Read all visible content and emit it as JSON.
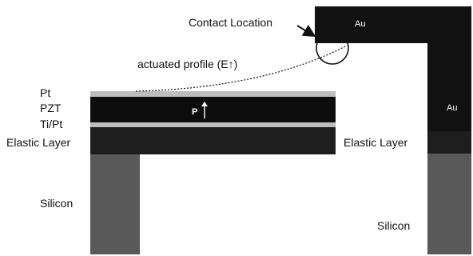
{
  "labels": {
    "contact_location": "Contact Location",
    "actuated_profile": "actuated profile (E↑)",
    "pt": "Pt",
    "pzt": "PZT",
    "ti_pt": "Ti/Pt",
    "elastic_layer_left": "Elastic Layer",
    "elastic_layer_right": "Elastic Layer",
    "silicon_left": "Silicon",
    "silicon_right": "Silicon",
    "au_top": "Au",
    "au_side": "Au",
    "polarization": "P"
  },
  "colors": {
    "au": "#111111",
    "pzt": "#0d0d0d",
    "pt_film": "#bdbdbd",
    "elastic_layer": "#1e1e1e",
    "silicon": "#595959",
    "background": "#ffffff"
  },
  "icons": {
    "polarization_arrow": "up-arrow-icon",
    "contact_pointer": "pointer-arrow-icon"
  }
}
